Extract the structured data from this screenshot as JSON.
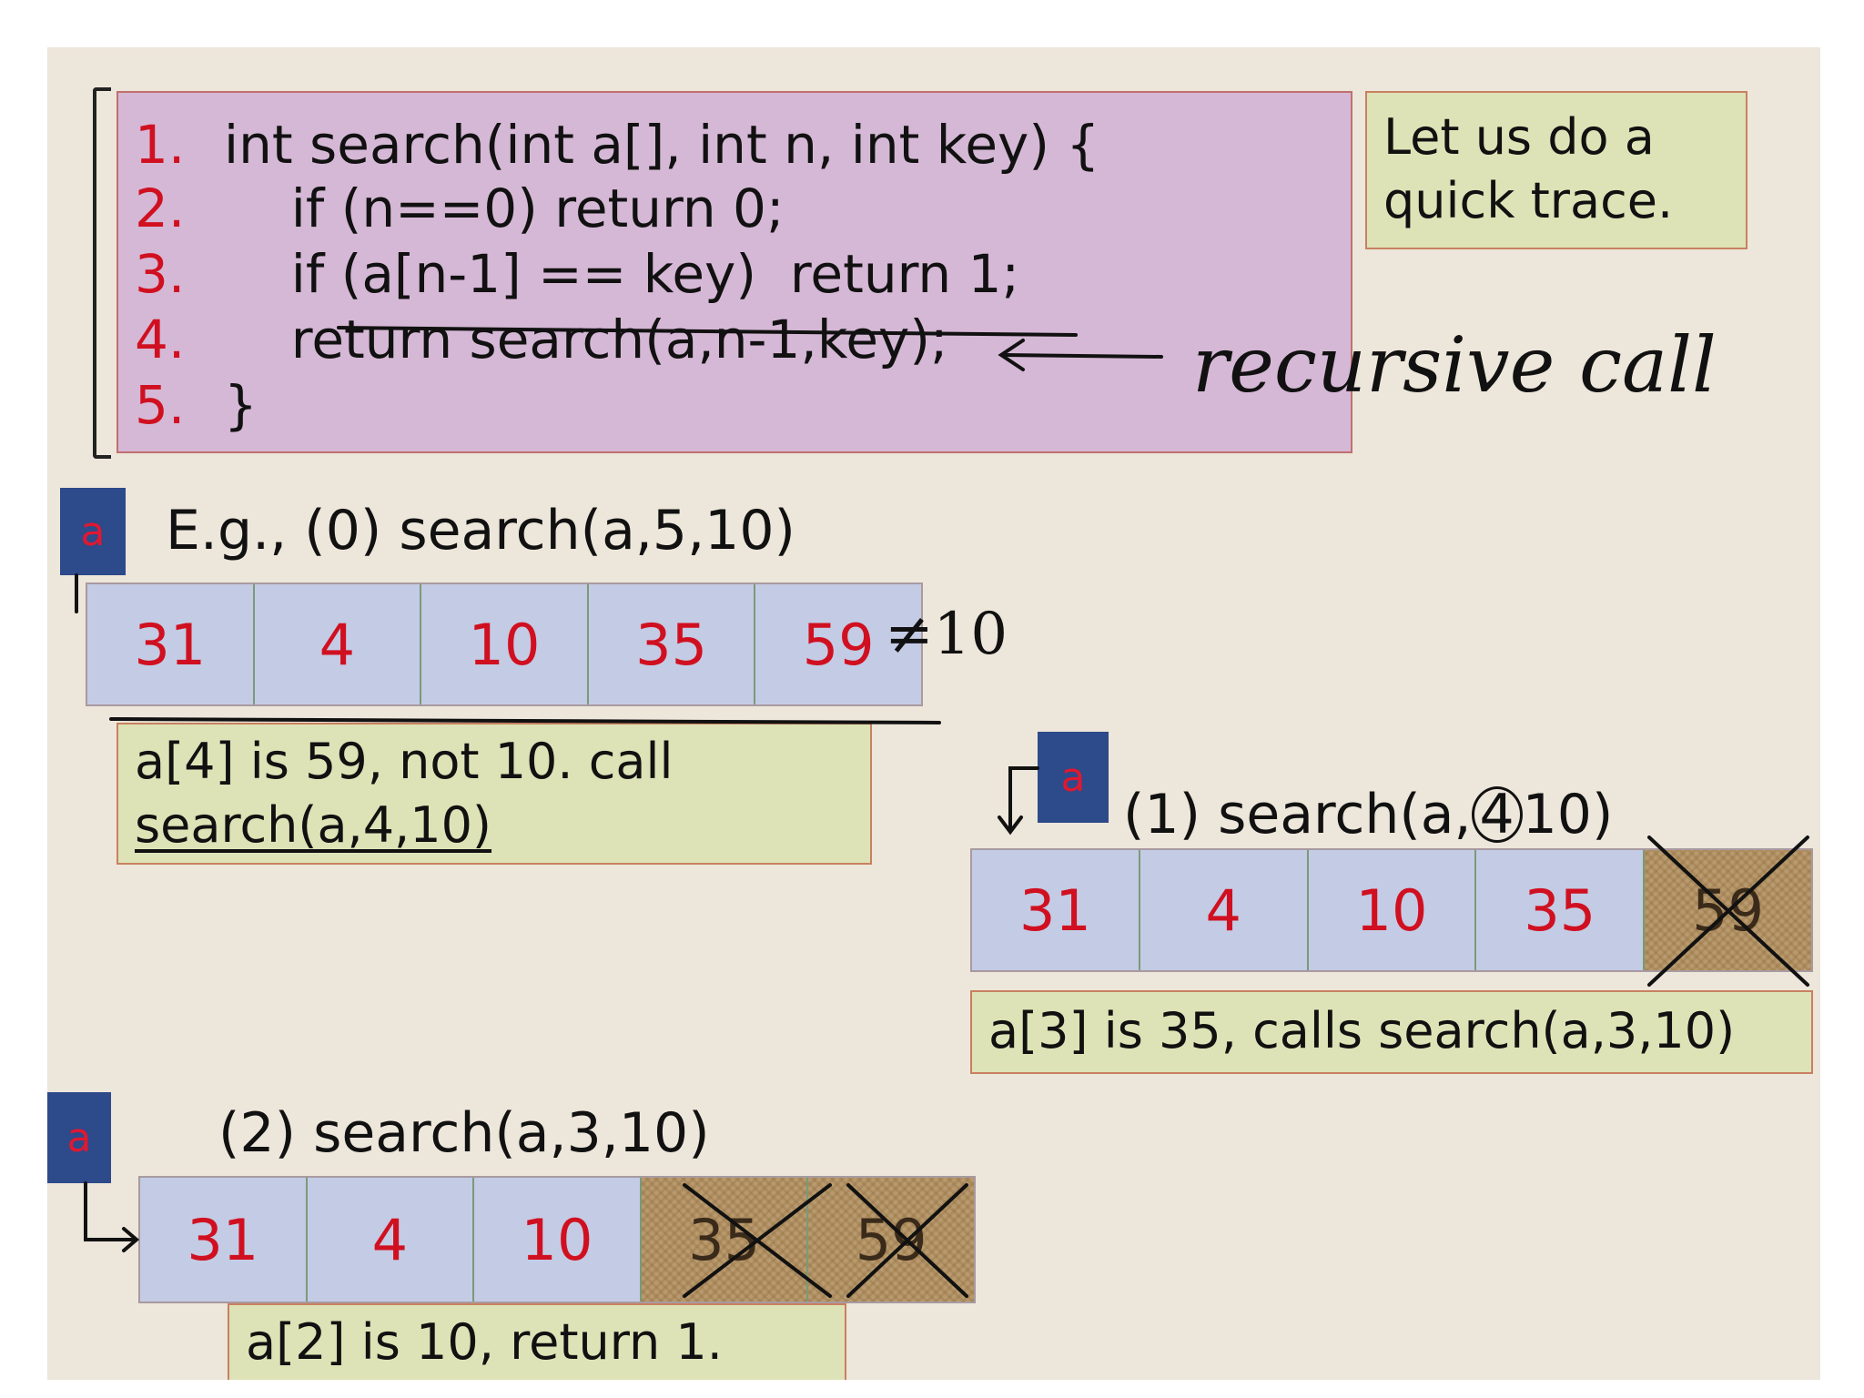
{
  "code": {
    "lines": [
      {
        "num": "1.",
        "text": "int search(int a[], int n, int key) {"
      },
      {
        "num": "2.",
        "text": "    if (n==0) return 0;"
      },
      {
        "num": "3.",
        "text": "    if (a[n-1] == key)  return 1;"
      },
      {
        "num": "4.",
        "text": "    return search(a,n-1,key);"
      },
      {
        "num": "5.",
        "text": "}"
      }
    ]
  },
  "trace_note": "Let us do a quick trace.",
  "trace_note_lines": [
    "Let us do a",
    "quick trace."
  ],
  "handwritten_label": "recursive call",
  "array_tag": "a",
  "steps": [
    {
      "heading": "E.g., (0) search(a,5,10)",
      "cells": [
        "31",
        "4",
        "10",
        "35",
        "59"
      ],
      "struck": [],
      "annotation": "≠10",
      "note_lines": [
        "a[4] is 59, not 10. call",
        "search(a,4,10)"
      ]
    },
    {
      "heading": "(1) search(a,4,10)",
      "heading_prefix": "(1) search(a,",
      "heading_circled": "4",
      "heading_suffix": "10)",
      "cells": [
        "31",
        "4",
        "10",
        "35",
        "59"
      ],
      "struck": [
        4
      ],
      "note": "a[3] is 35, calls search(a,3,10)"
    },
    {
      "heading": "(2) search(a,3,10)",
      "cells": [
        "31",
        "4",
        "10",
        "35",
        "59"
      ],
      "struck": [
        3,
        4
      ],
      "note": "a[2] is 10, return 1."
    }
  ],
  "colors": {
    "background": "#ede6da",
    "code_box": "#d5b8d5",
    "note_box": "#dde3b6",
    "array_cell": "#c4cbe4",
    "tag": "#2d4a8a",
    "number_red": "#d01020"
  }
}
